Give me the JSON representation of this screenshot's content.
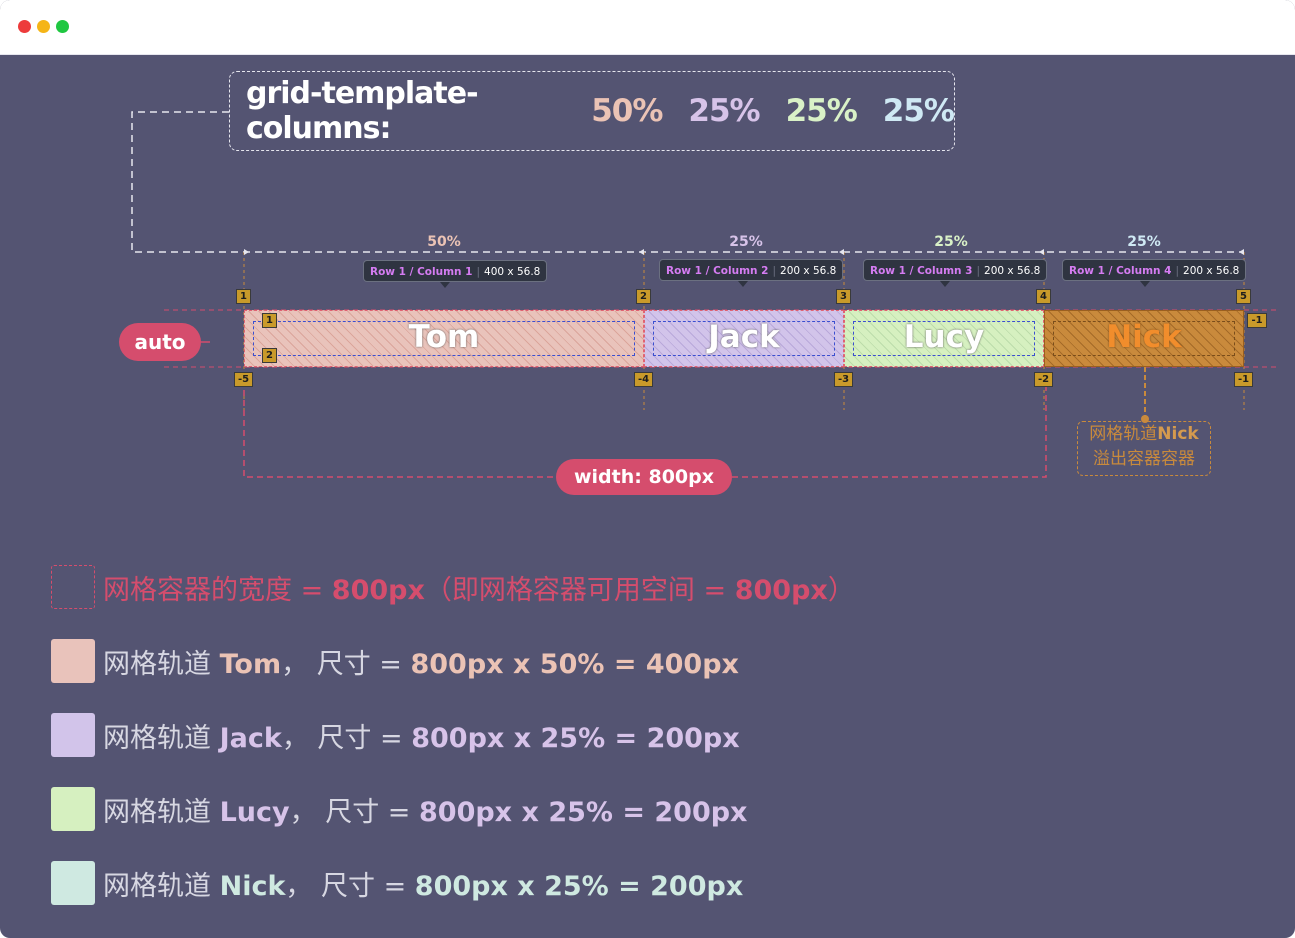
{
  "window": {
    "controls": [
      "close",
      "minimize",
      "maximize"
    ]
  },
  "formula": {
    "property": "grid-template-columns:",
    "values": [
      "50%",
      "25%",
      "25%",
      "25%"
    ]
  },
  "columns": [
    {
      "name": "Tom",
      "size_label": "50%",
      "chip_rc": "Row 1 / Column 1",
      "chip_size": "400 x 56.8"
    },
    {
      "name": "Jack",
      "size_label": "25%",
      "chip_rc": "Row 1 / Column 2",
      "chip_size": "200 x 56.8"
    },
    {
      "name": "Lucy",
      "size_label": "25%",
      "chip_rc": "Row 1 / Column 3",
      "chip_size": "200 x 56.8"
    },
    {
      "name": "Nick",
      "size_label": "25%",
      "chip_rc": "Row 1 / Column 4",
      "chip_size": "200 x 56.8"
    }
  ],
  "line_numbers_top": [
    "1",
    "2",
    "3",
    "4",
    "5"
  ],
  "line_numbers_bottom": [
    "-5",
    "-4",
    "-3",
    "-2",
    "-1"
  ],
  "row_numbers": [
    "1",
    "2"
  ],
  "row_negative": "-1",
  "row_label": "auto",
  "width_label": "width: 800px",
  "overflow_note": {
    "line1_prefix": "网格轨道",
    "line1_name": "Nick",
    "line2": "溢出容器容器"
  },
  "legend": [
    {
      "prefix": "网格容器的宽度 = ",
      "value": "800px",
      "suffix": "（即网格容器可用空间 = ",
      "value2": "800px",
      "end": "）"
    },
    {
      "prefix": "网格轨道 ",
      "name": "Tom",
      "mid": "， 尺寸 = ",
      "calc": "800px x 50% = 400px"
    },
    {
      "prefix": "网格轨道 ",
      "name": "Jack",
      "mid": "， 尺寸 =  ",
      "calc": "800px x 25% = 200px"
    },
    {
      "prefix": "网格轨道 ",
      "name": "Lucy",
      "mid": "， 尺寸 =  ",
      "calc": "800px x 25% = 200px"
    },
    {
      "prefix": "网格轨道 ",
      "name": "Nick",
      "mid": "， 尺寸 =  ",
      "calc": "800px x 25% = 200px"
    }
  ],
  "colors": {
    "background": "#545472",
    "tom": "#e9c3bb",
    "jack": "#d2c4ea",
    "lucy": "#d6f0c0",
    "nick": "#cfe9e1",
    "nick_cell": "#c98a3c",
    "accent": "#d54d6d",
    "tom_text": "#ebc3b5",
    "jack_text": "#d7c3e9",
    "lucy_text": "#d9f1c7",
    "nick_text": "#cfe9e1"
  }
}
